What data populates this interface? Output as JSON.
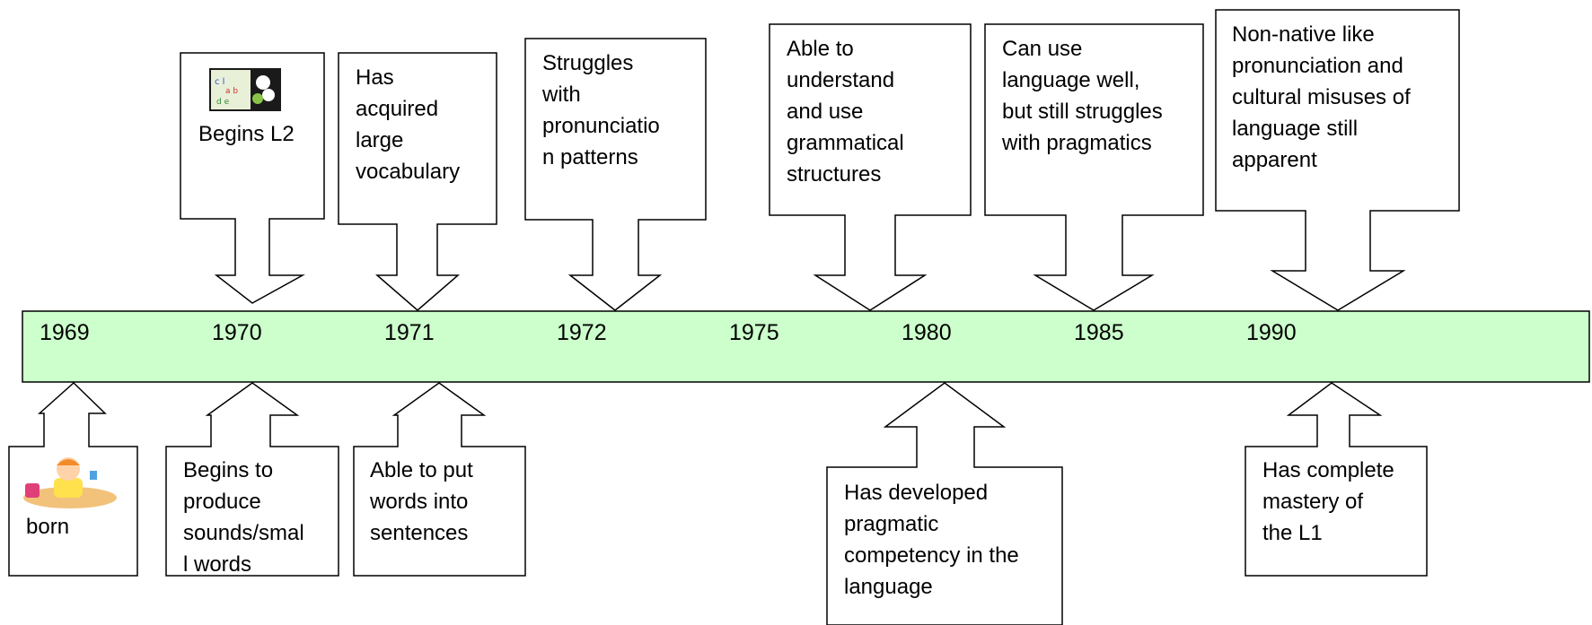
{
  "timeline": {
    "band_color": "#ccffcc",
    "years": [
      "1969",
      "1970",
      "1971",
      "1972",
      "1975",
      "1980",
      "1985",
      "1990"
    ]
  },
  "events_l2": [
    {
      "text": "Begins L2",
      "icon": "children-alphabet-books-icon"
    },
    {
      "text": "Has\nacquired\nlarge\nvocabulary"
    },
    {
      "text": "Struggles\nwith\npronunciatio\nn patterns"
    },
    {
      "text": "Able to\nunderstand\nand use\ngrammatical\nstructures"
    },
    {
      "text": "Can use\nlanguage well,\nbut still struggles\nwith pragmatics"
    },
    {
      "text": "Non-native like\npronunciation and\ncultural misuses of\nlanguage still\napparent"
    }
  ],
  "events_l1": [
    {
      "text": "born",
      "icon": "baby-in-sandbox-icon"
    },
    {
      "text": "Begins to\nproduce\nsounds/smal\nl words"
    },
    {
      "text": "Able to put\nwords into\nsentences"
    },
    {
      "text": "Has developed\npragmatic\ncompetency in the\nlanguage"
    },
    {
      "text": "Has complete\nmastery of\nthe L1"
    }
  ]
}
